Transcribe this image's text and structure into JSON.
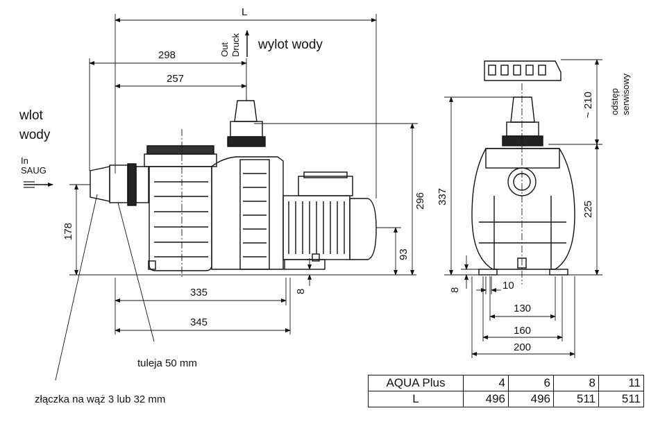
{
  "side_view": {
    "dims": {
      "L": "L",
      "d298": "298",
      "d257": "257",
      "d178": "178",
      "d296": "296",
      "d93": "93",
      "d8": "8",
      "d335": "335",
      "d345": "345"
    },
    "labels": {
      "outlet": "wylot wody",
      "out": "Out",
      "druck": "Druck",
      "inlet_line1": "wlot",
      "inlet_line2": "wody",
      "in": "In",
      "saug": "SAUG",
      "sleeve": "tuleja 50 mm",
      "connector": "złączka na wąż 3 lub 32 mm"
    }
  },
  "front_view": {
    "dims": {
      "d210": "~ 210",
      "d337": "337",
      "d225": "225",
      "d8": "8",
      "d10": "10",
      "d130": "130",
      "d160": "160",
      "d200": "200"
    },
    "labels": {
      "service1": "odstęp",
      "service2": "serwisowy"
    }
  },
  "table": {
    "header": [
      "AQUA Plus",
      "4",
      "6",
      "8",
      "11"
    ],
    "row": [
      "L",
      "496",
      "496",
      "511",
      "511"
    ]
  }
}
